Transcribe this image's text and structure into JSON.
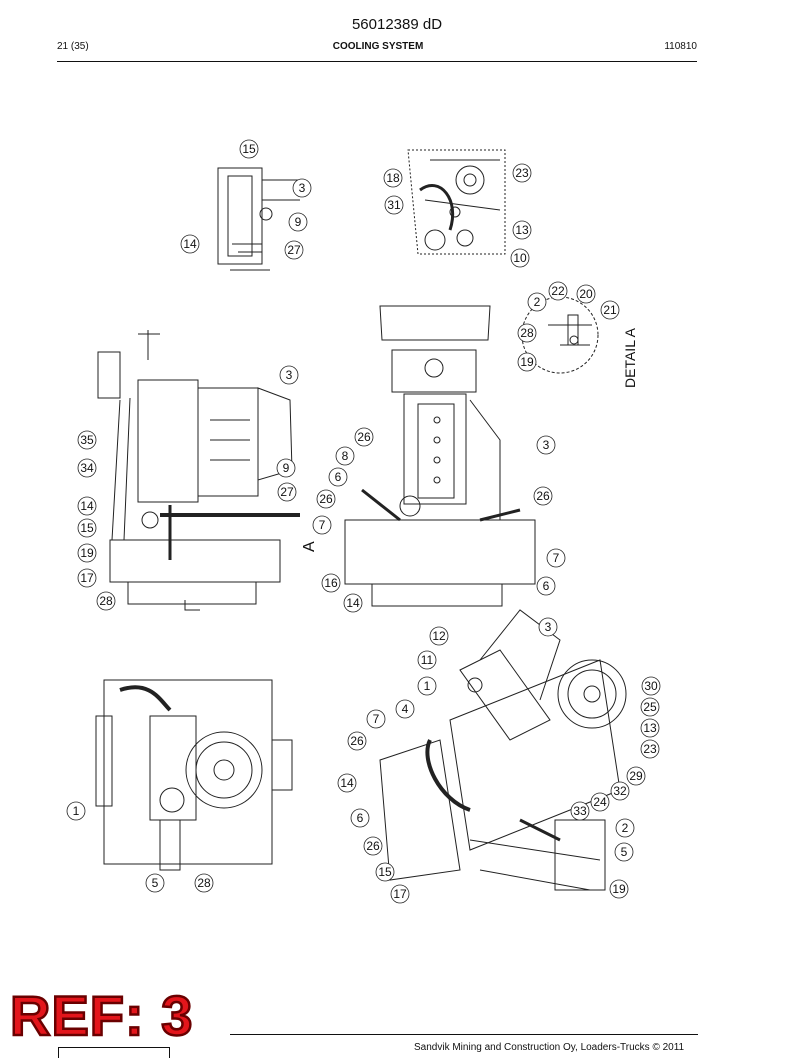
{
  "header": {
    "doc_number": "56012389 dD",
    "page": "21 (35)",
    "section": "COOLING SYSTEM",
    "date": "110810"
  },
  "footer": {
    "company": "Sandvik Mining and Construction Oy, Loaders-Trucks © 2011",
    "ref_stamp": "REF: 3"
  },
  "views": {
    "detail_label": "DETAIL A",
    "section_label": "A"
  },
  "callouts": {
    "top_left": [
      "15",
      "3",
      "9",
      "27",
      "14"
    ],
    "top_right": [
      "18",
      "31",
      "23",
      "13",
      "10"
    ],
    "detail_a": [
      "2",
      "22",
      "20",
      "21",
      "28",
      "19"
    ],
    "side_left": [
      "3",
      "35",
      "34",
      "14",
      "15",
      "19",
      "17",
      "28",
      "9",
      "27"
    ],
    "side_middle": [
      "26",
      "8",
      "6",
      "26",
      "7",
      "16",
      "14",
      "3",
      "26",
      "7",
      "6"
    ],
    "bottom_left": [
      "1",
      "5",
      "28"
    ],
    "iso_view": [
      "12",
      "11",
      "1",
      "3",
      "4",
      "7",
      "26",
      "14",
      "6",
      "26",
      "15",
      "17",
      "30",
      "25",
      "13",
      "23",
      "29",
      "32",
      "24",
      "33",
      "2",
      "5",
      "19"
    ]
  }
}
